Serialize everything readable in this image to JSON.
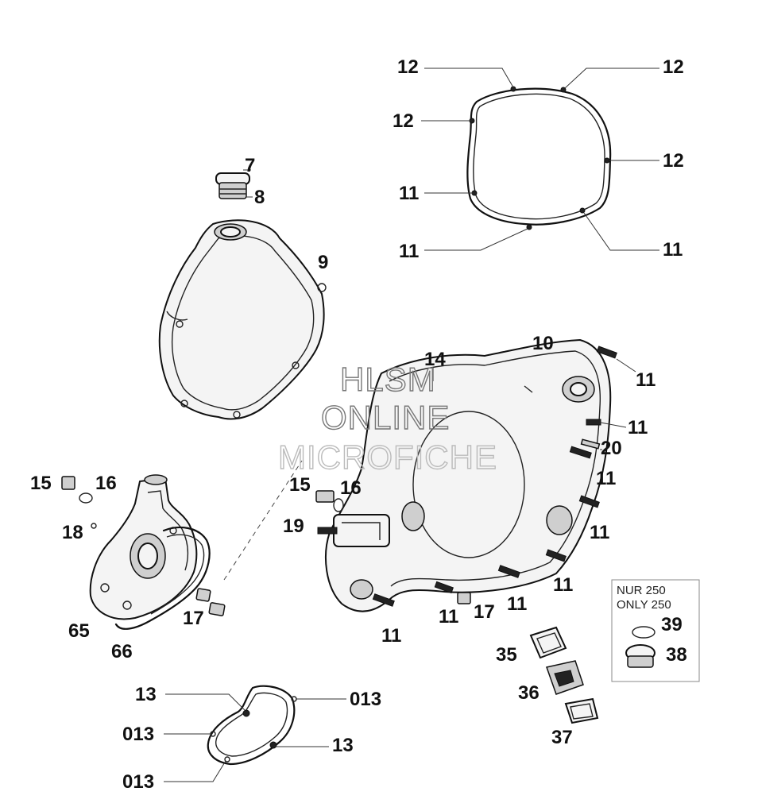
{
  "watermark": {
    "line1": "HLSM",
    "line2": "ONLINE",
    "line3": "MICROFICHE"
  },
  "note": {
    "line1": "NUR 250",
    "line2": "ONLY 250"
  },
  "callouts": [
    {
      "id": "c12a",
      "text": "12"
    },
    {
      "id": "c12b",
      "text": "12"
    },
    {
      "id": "c12c",
      "text": "12"
    },
    {
      "id": "c12d",
      "text": "12"
    },
    {
      "id": "c11a",
      "text": "11"
    },
    {
      "id": "c11b",
      "text": "11"
    },
    {
      "id": "c11c",
      "text": "11"
    },
    {
      "id": "c7",
      "text": "7"
    },
    {
      "id": "c8",
      "text": "8"
    },
    {
      "id": "c9",
      "text": "9"
    },
    {
      "id": "c10",
      "text": "10"
    },
    {
      "id": "c14",
      "text": "14"
    },
    {
      "id": "c11d",
      "text": "11"
    },
    {
      "id": "c11e",
      "text": "11"
    },
    {
      "id": "c20",
      "text": "20"
    },
    {
      "id": "c11f",
      "text": "11"
    },
    {
      "id": "c11g",
      "text": "11"
    },
    {
      "id": "c11h",
      "text": "11"
    },
    {
      "id": "c15a",
      "text": "15"
    },
    {
      "id": "c16a",
      "text": "16"
    },
    {
      "id": "c15b",
      "text": "15"
    },
    {
      "id": "c16b",
      "text": "16"
    },
    {
      "id": "c18",
      "text": "18"
    },
    {
      "id": "c19",
      "text": "19"
    },
    {
      "id": "c17a",
      "text": "17"
    },
    {
      "id": "c65",
      "text": "65"
    },
    {
      "id": "c66",
      "text": "66"
    },
    {
      "id": "c11i",
      "text": "11"
    },
    {
      "id": "c11j",
      "text": "11"
    },
    {
      "id": "c17b",
      "text": "17"
    },
    {
      "id": "c11k",
      "text": "11"
    },
    {
      "id": "c39",
      "text": "39"
    },
    {
      "id": "c38",
      "text": "38"
    },
    {
      "id": "c35",
      "text": "35"
    },
    {
      "id": "c36",
      "text": "36"
    },
    {
      "id": "c37",
      "text": "37"
    },
    {
      "id": "c13a",
      "text": "13"
    },
    {
      "id": "c013a",
      "text": "013"
    },
    {
      "id": "c013b",
      "text": "013"
    },
    {
      "id": "c13b",
      "text": "13"
    },
    {
      "id": "c013c",
      "text": "013"
    }
  ]
}
